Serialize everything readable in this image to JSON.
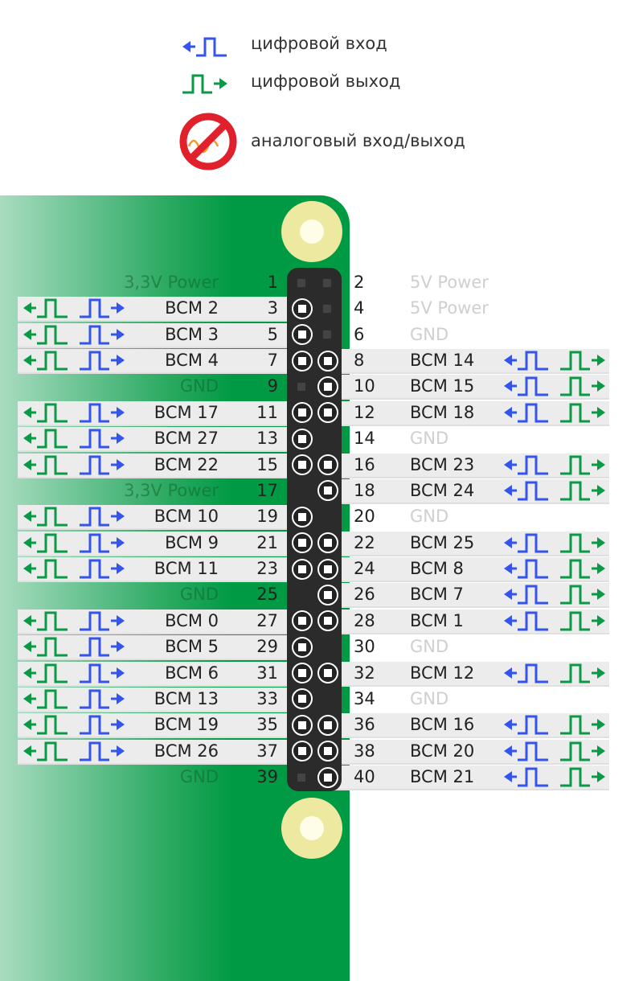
{
  "legend": {
    "digital_in": "цифровой вход",
    "digital_out": "цифровой выход",
    "analog": "аналоговый вход/выход"
  },
  "colors": {
    "input": "#3355ee",
    "output": "#0a9a45",
    "board": "#009a44",
    "prohibited": "#e0202a"
  },
  "pins": [
    {
      "l": {
        "num": "1",
        "label": "3,3V Power",
        "gpio": false
      },
      "r": {
        "num": "2",
        "label": "5V Power",
        "gpio": false
      }
    },
    {
      "l": {
        "num": "3",
        "label": "BCM 2",
        "gpio": true
      },
      "r": {
        "num": "4",
        "label": "5V Power",
        "gpio": false
      }
    },
    {
      "l": {
        "num": "5",
        "label": "BCM 3",
        "gpio": true
      },
      "r": {
        "num": "6",
        "label": "GND",
        "gpio": false
      }
    },
    {
      "l": {
        "num": "7",
        "label": "BCM 4",
        "gpio": true
      },
      "r": {
        "num": "8",
        "label": "BCM 14",
        "gpio": true
      }
    },
    {
      "l": {
        "num": "9",
        "label": "GND",
        "gpio": false
      },
      "r": {
        "num": "10",
        "label": "BCM 15",
        "gpio": true
      }
    },
    {
      "l": {
        "num": "11",
        "label": "BCM 17",
        "gpio": true
      },
      "r": {
        "num": "12",
        "label": "BCM 18",
        "gpio": true
      }
    },
    {
      "l": {
        "num": "13",
        "label": "BCM 27",
        "gpio": true
      },
      "r": {
        "num": "14",
        "label": "GND",
        "gpio": false
      }
    },
    {
      "l": {
        "num": "15",
        "label": "BCM 22",
        "gpio": true
      },
      "r": {
        "num": "16",
        "label": "BCM 23",
        "gpio": true
      }
    },
    {
      "l": {
        "num": "17",
        "label": "3,3V Power",
        "gpio": false
      },
      "r": {
        "num": "18",
        "label": "BCM 24",
        "gpio": true
      }
    },
    {
      "l": {
        "num": "19",
        "label": "BCM 10",
        "gpio": true
      },
      "r": {
        "num": "20",
        "label": "GND",
        "gpio": false
      }
    },
    {
      "l": {
        "num": "21",
        "label": "BCM 9",
        "gpio": true
      },
      "r": {
        "num": "22",
        "label": "BCM 25",
        "gpio": true
      }
    },
    {
      "l": {
        "num": "23",
        "label": "BCM 11",
        "gpio": true
      },
      "r": {
        "num": "24",
        "label": "BCM 8",
        "gpio": true
      }
    },
    {
      "l": {
        "num": "25",
        "label": "GND",
        "gpio": false
      },
      "r": {
        "num": "26",
        "label": "BCM 7",
        "gpio": true
      }
    },
    {
      "l": {
        "num": "27",
        "label": "BCM 0",
        "gpio": true
      },
      "r": {
        "num": "28",
        "label": "BCM 1",
        "gpio": true
      }
    },
    {
      "l": {
        "num": "29",
        "label": "BCM 5",
        "gpio": true
      },
      "r": {
        "num": "30",
        "label": "GND",
        "gpio": false
      }
    },
    {
      "l": {
        "num": "31",
        "label": "BCM 6",
        "gpio": true
      },
      "r": {
        "num": "32",
        "label": "BCM 12",
        "gpio": true
      }
    },
    {
      "l": {
        "num": "33",
        "label": "BCM 13",
        "gpio": true
      },
      "r": {
        "num": "34",
        "label": "GND",
        "gpio": false
      }
    },
    {
      "l": {
        "num": "35",
        "label": "BCM 19",
        "gpio": true
      },
      "r": {
        "num": "36",
        "label": "BCM 16",
        "gpio": true
      }
    },
    {
      "l": {
        "num": "37",
        "label": "BCM 26",
        "gpio": true
      },
      "r": {
        "num": "38",
        "label": "BCM 20",
        "gpio": true
      }
    },
    {
      "l": {
        "num": "39",
        "label": "GND",
        "gpio": false
      },
      "r": {
        "num": "40",
        "label": "BCM 21",
        "gpio": true
      }
    }
  ]
}
